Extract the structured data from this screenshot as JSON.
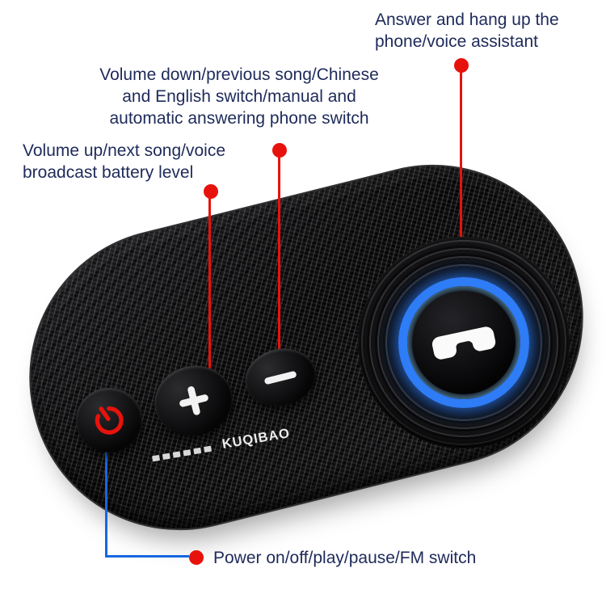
{
  "labels": {
    "answer": "Answer and hang up the phone/voice assistant",
    "volume_down": "Volume down/previous song/Chinese and English switch/manual and automatic answering phone switch",
    "volume_up": "Volume up/next song/voice broadcast battery level",
    "power": "Power on/off/play/pause/FM switch"
  },
  "device": {
    "brand": "KUQIBAO",
    "indicator_dashes": 6
  },
  "colors": {
    "callout_red": "#e8120c",
    "callout_blue": "#1667e0",
    "led_ring_blue": "#2e7cf6",
    "label_text": "#1e2a5a",
    "body_black": "#0b0b0d"
  },
  "icons": {
    "call_button": "phone-icon",
    "volume_up_button": "plus-icon",
    "volume_down_button": "minus-icon",
    "power_button": "power-icon"
  }
}
